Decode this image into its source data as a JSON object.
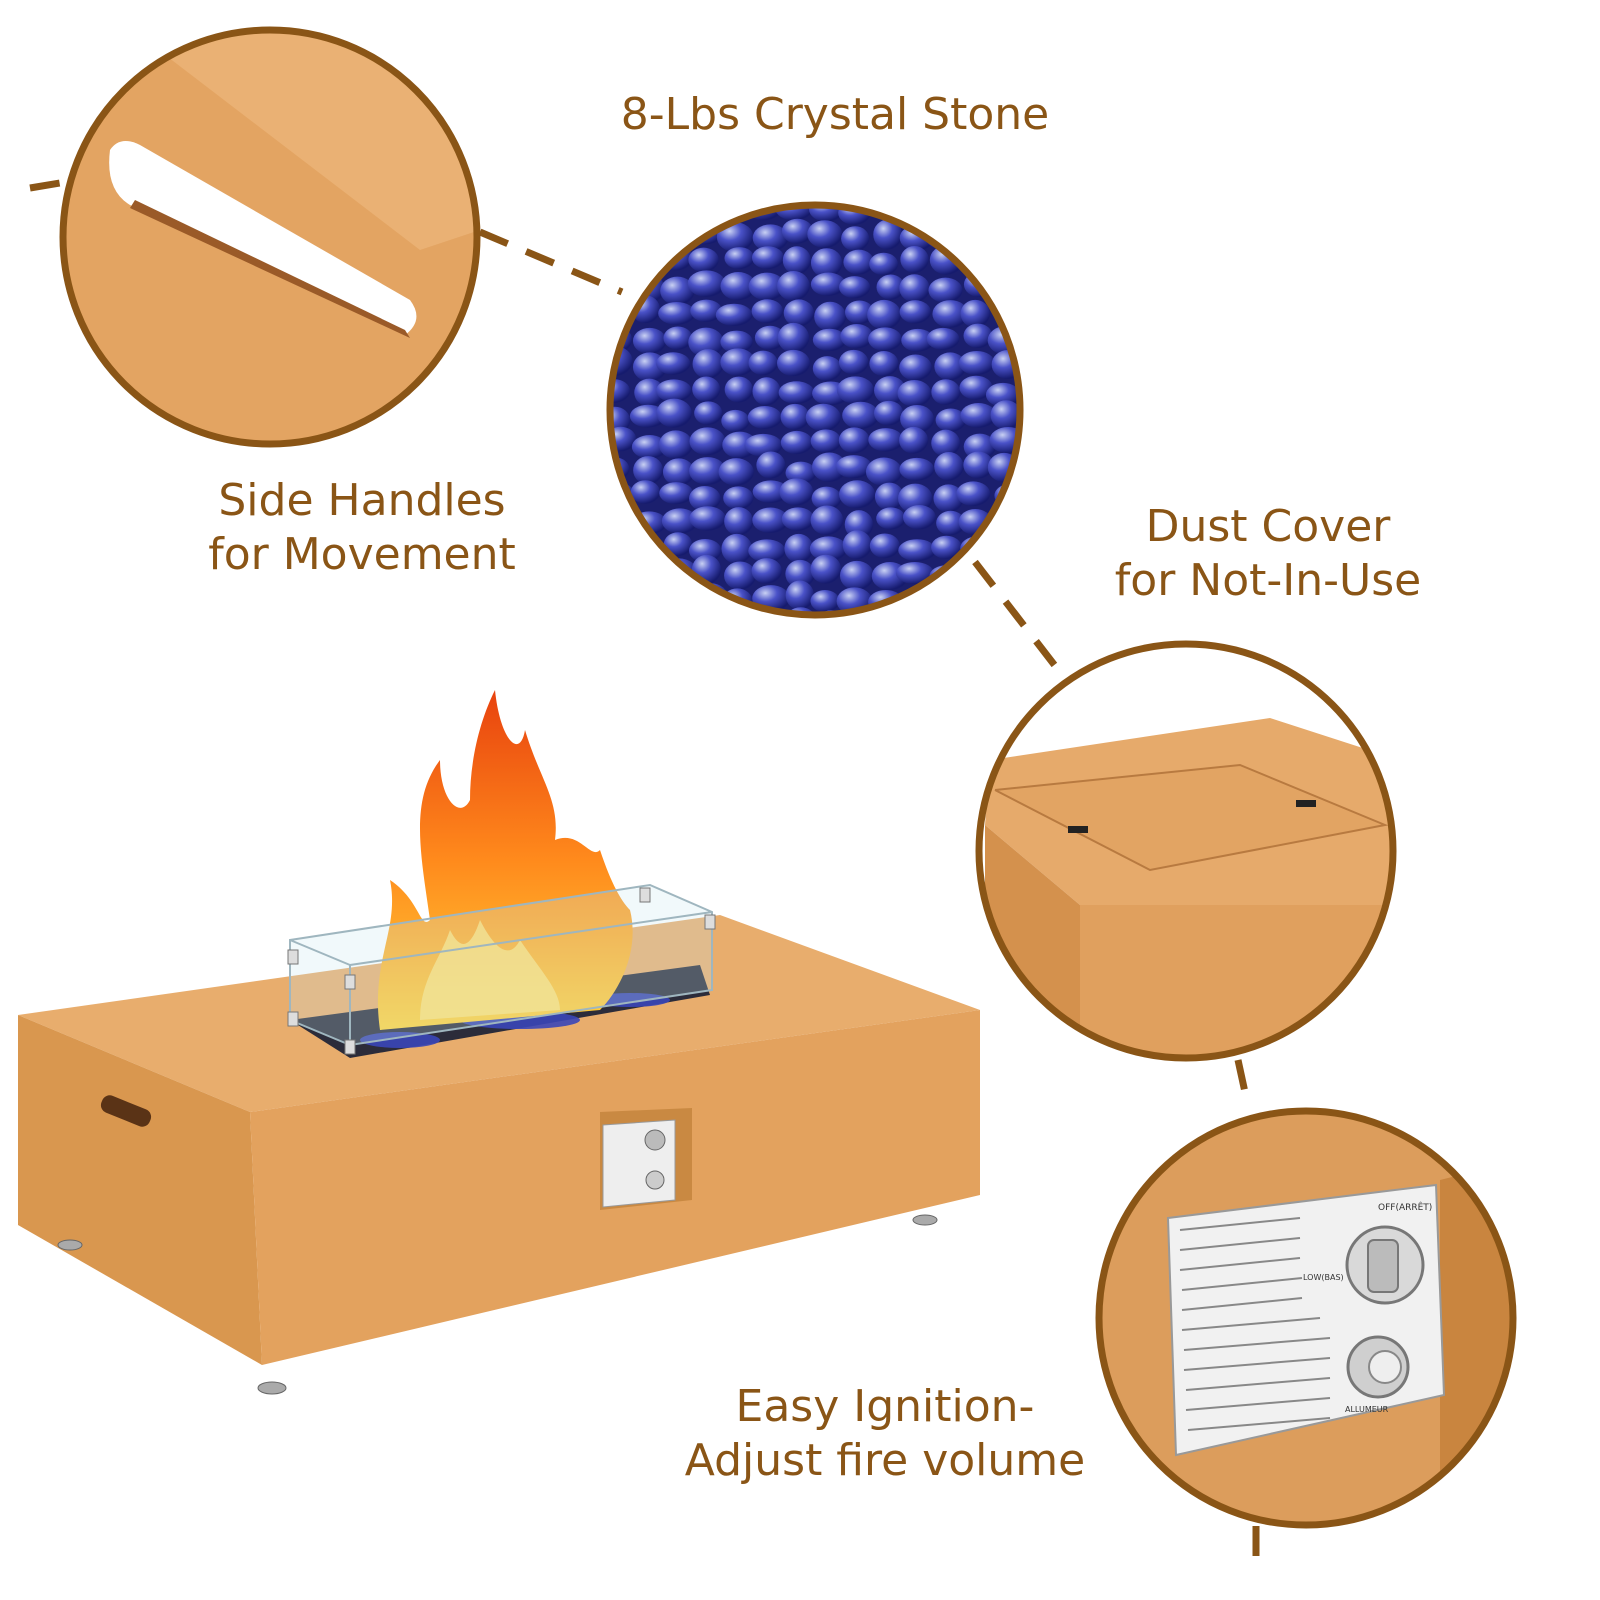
{
  "colors": {
    "text": "#8a5516",
    "ring": "#8a5516",
    "body": "#e1a45f",
    "stones": "#2a2f9e"
  },
  "features": [
    {
      "id": "crystal-stone",
      "lines": [
        "8-Lbs Crystal Stone"
      ]
    },
    {
      "id": "side-handles",
      "lines": [
        "Side Handles",
        "for Movement"
      ]
    },
    {
      "id": "dust-cover",
      "lines": [
        "Dust Cover",
        "for Not-In-Use"
      ]
    },
    {
      "id": "ignition",
      "lines": [
        "Easy Ignition-",
        "Adjust fire volume"
      ]
    }
  ],
  "control_panel": {
    "knob_top_label": "OFF(ARRÊT)",
    "knob_left_label": "LOW(BAS)",
    "button_label": "ALLUMEUR"
  }
}
